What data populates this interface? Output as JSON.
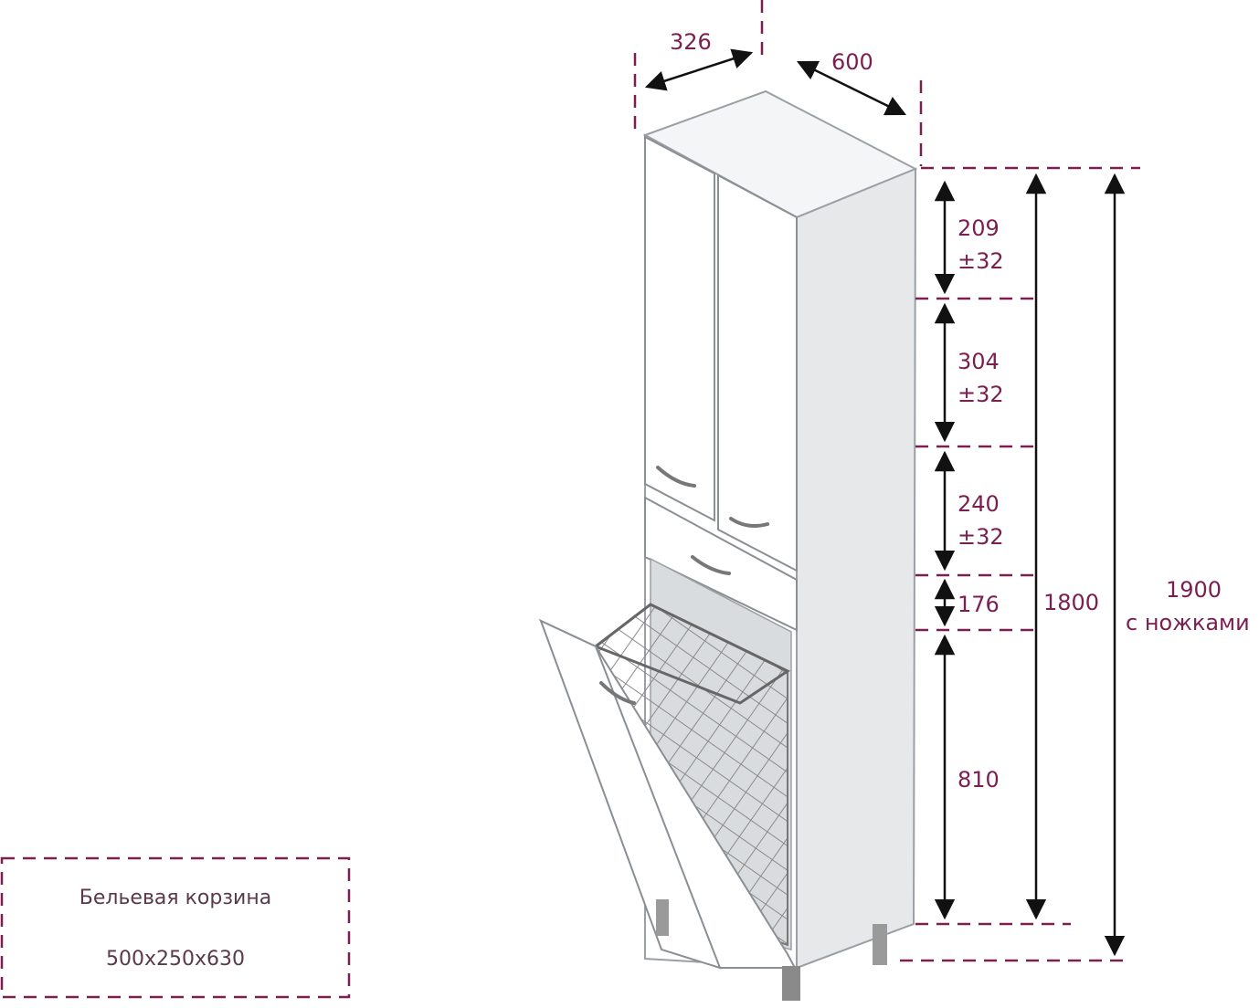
{
  "colors": {
    "accent": "#7a1f4f",
    "arrow": "#111111",
    "cabinet": "#ffffff",
    "cabinet_shadow": "#dcdfe2",
    "outline": "#8a8f94"
  },
  "dimensions": {
    "depth": "326",
    "width": "600",
    "seg_top": "209",
    "seg_top_tol": "±32",
    "seg_mid": "304",
    "seg_mid_tol": "±32",
    "seg_lower": "240",
    "seg_lower_tol": "±32",
    "seg_drawer": "176",
    "seg_bottom": "810",
    "body_height": "1800",
    "total_height": "1900",
    "total_height_note": "с ножками"
  },
  "info_box": {
    "title": "Бельевая корзина",
    "size": "500x250x630"
  },
  "icons": {
    "arrow_style": "double-arrow-icon"
  }
}
